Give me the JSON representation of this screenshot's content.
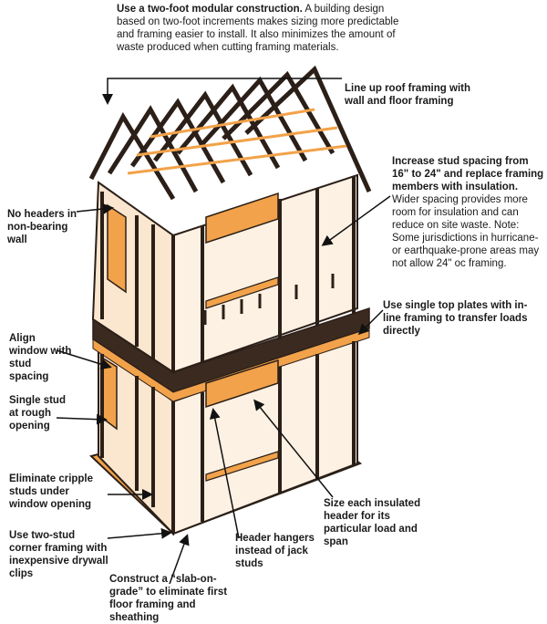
{
  "labels": {
    "modular_title": "Use a two-foot modular construction.",
    "modular_body": " A building design based on two-foot increments makes sizing more predictable and framing easier to install. It also minimizes the amount of waste produced when cutting framing materials.",
    "roof_line": "Line up roof framing with wall and floor framing",
    "stud_spacing_title": "Increase stud spacing from 16\" to 24\" and replace framing members with insulation.",
    "stud_spacing_body": " Wider spacing provides more room for insulation and can reduce on site waste. Note: Some jurisdictions in hurricane- or earthquake-prone areas may not allow 24\" oc framing.",
    "no_headers": "No headers in non-bearing wall",
    "top_plates": "Use single top plates with in-line framing to transfer loads directly",
    "align_window": "Align window with stud spacing",
    "single_stud": "Single stud at rough opening",
    "cripple": "Eliminate cripple studs under window opening",
    "size_header": "Size each insulated header for its particular load and span",
    "two_stud": "Use two-stud corner framing with inexpensive drywall clips",
    "header_hangers": "Header hangers instead of jack studs",
    "slab": "Construct a “slab-on-grade” to eliminate first floor framing and sheathing"
  },
  "colors": {
    "wood": "#f2a24a",
    "wood_dark": "#d9812a",
    "frame_line": "#2b1f18",
    "arrow": "#111111"
  }
}
